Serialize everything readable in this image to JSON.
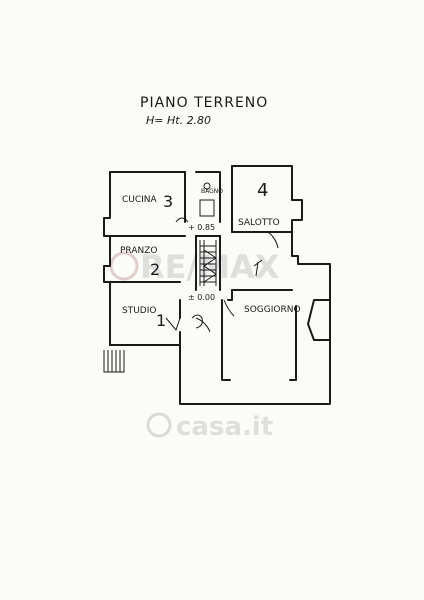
{
  "header": {
    "title": "PIANO TERRENO",
    "height_note": "H= Ht. 2.80"
  },
  "rooms": {
    "cucina": {
      "label": "CUCINA",
      "number": "3"
    },
    "bagno": {
      "label": "BAGNO"
    },
    "salotto": {
      "label": "SALOTTO",
      "number": "4"
    },
    "pranzo": {
      "label": "PRANZO",
      "number": "2"
    },
    "studio": {
      "label": "STUDIO",
      "number": "1"
    },
    "soggiorno": {
      "label": "SOGGIORNO"
    }
  },
  "levels": {
    "upper": "+ 0.85",
    "lower": "± 0.00"
  },
  "watermarks": {
    "agency": "RE/MAX",
    "portal": "casa.it",
    "agency_color": "#c8c8c8",
    "agency_accent": "#c9a8a8"
  },
  "colors": {
    "ink": "#1a1a1a",
    "paper": "#fbfbf8"
  }
}
